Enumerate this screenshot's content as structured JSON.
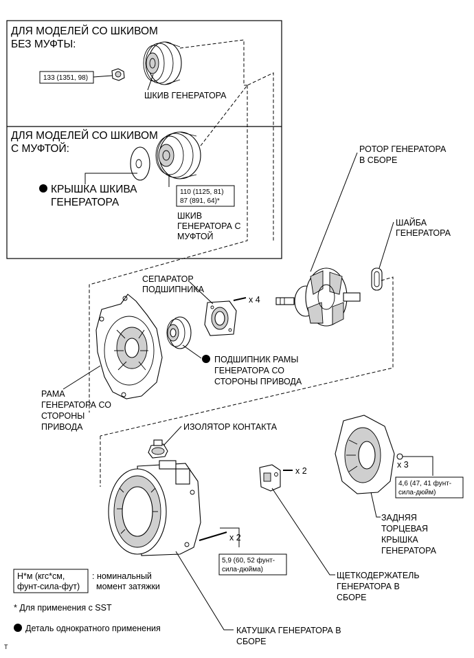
{
  "inset": {
    "section1_title": [
      "ДЛЯ МОДЕЛЕЙ СО ШКИВОМ",
      "БЕЗ МУФТЫ:"
    ],
    "section2_title": [
      "ДЛЯ МОДЕЛЕЙ СО ШКИВОМ",
      "С МУФТОЙ:"
    ]
  },
  "labels": {
    "pulley": "ШКИВ ГЕНЕРАТОРА",
    "pulley_cap": [
      "КРЫШКА ШКИВА",
      "ГЕНЕРАТОРА"
    ],
    "clutch_pulley": [
      "ШКИВ",
      "ГЕНЕРАТОРА С",
      "МУФТОЙ"
    ],
    "rotor": [
      "РОТОР ГЕНЕРАТОРА",
      "В СБОРЕ"
    ],
    "washer": [
      "ШАЙБА",
      "ГЕНЕРАТОРА"
    ],
    "bearing_retainer": [
      "СЕПАРАТОР",
      "ПОДШИПНИКА"
    ],
    "bearing": [
      "ПОДШИПНИК РАМЫ",
      "ГЕНЕРАТОРА СО",
      "СТОРОНЫ ПРИВОДА"
    ],
    "drive_frame": [
      "РАМА",
      "ГЕНЕРАТОРА СО",
      "СТОРОНЫ",
      "ПРИВОДА"
    ],
    "terminal_insulator": "ИЗОЛЯТОР КОНТАКТА",
    "rear_cover": [
      "ЗАДНЯЯ",
      "ТОРЦЕВАЯ",
      "КРЫШКА",
      "ГЕНЕРАТОРА"
    ],
    "brush_holder": [
      "ЩЕТКОДЕРЖАТЕЛЬ",
      "ГЕНЕРАТОРА В",
      "СБОРЕ"
    ],
    "coil": [
      "КАТУШКА ГЕНЕРАТОРА В",
      "СБОРЕ"
    ]
  },
  "torques": {
    "pulley_nut": "133 (1351, 98)",
    "clutch_pulley": [
      "110 (1125, 81)",
      "87 (891, 64)*"
    ],
    "rear_cover": [
      "4,6 (47, 41 фунт-",
      "сила-дюйм)"
    ],
    "coil_bolt": [
      "5,9 (60, 52 фунт-",
      "сила-дюйма)"
    ]
  },
  "quantities": {
    "retainer_screws": "x 4",
    "rear_cover_nuts": "x 3",
    "brush_holder_screws": "x 2",
    "coil_bolts": "x 2"
  },
  "legend": {
    "unit_box": [
      "Н*м (кгс*см,",
      "фунт-сила-фут)"
    ],
    "unit_desc": [
      ": номинальный",
      "момент затяжки"
    ],
    "sst_note": "* Для применения с SST",
    "single_use": "Деталь однократного применения"
  },
  "footer_mark": "T"
}
